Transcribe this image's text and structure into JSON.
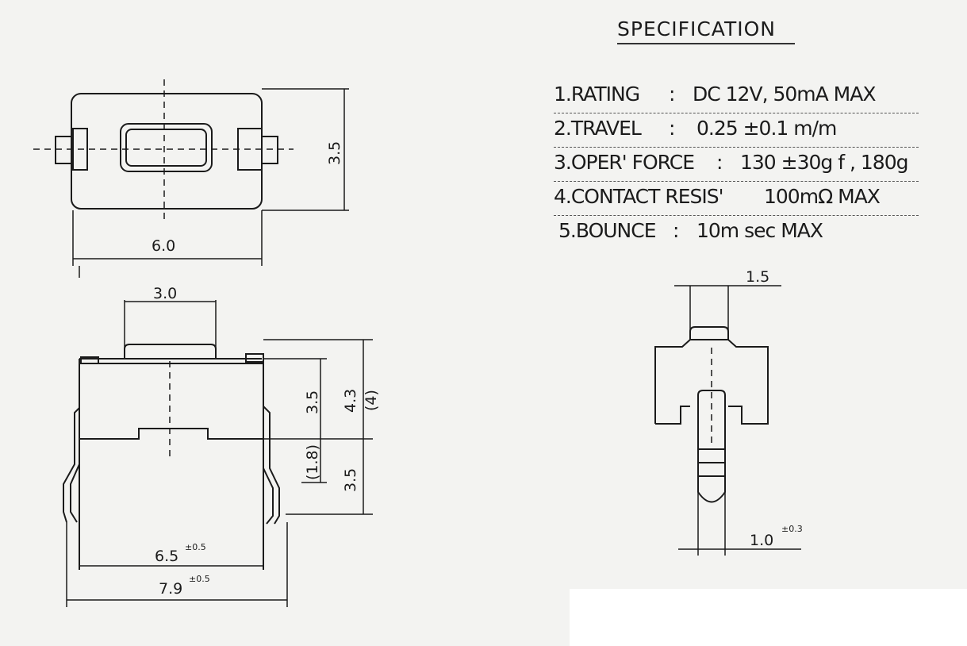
{
  "specification": {
    "title": "SPECIFICATION",
    "items": [
      {
        "label": "1.RATING",
        "sep": ":",
        "value": "DC 12V, 50mA MAX"
      },
      {
        "label": "2.TRAVEL",
        "sep": ":",
        "value": "0.25 ±0.1 m/m"
      },
      {
        "label": "3.OPER' FORCE",
        "sep": ":",
        "value": "130 ±30g f , 180g"
      },
      {
        "label": "4.CONTACT RESIS'",
        "sep": "",
        "value": "100mΩ MAX"
      },
      {
        "label": "5.BOUNCE",
        "sep": ":",
        "value": "10m sec MAX"
      }
    ]
  },
  "top_view": {
    "width_dim": "6.0",
    "height_dim": "3.5"
  },
  "side_view": {
    "actuator_width": "3.0",
    "height_upper": "3.5",
    "height_total": "4.3",
    "height_total_note": "(4)",
    "height_mid": "(1.8)",
    "height_lower": "3.5",
    "inner_width": "6.5",
    "inner_width_tol": "±0.5",
    "outer_width": "7.9",
    "outer_width_tol": "±0.5"
  },
  "detail_view": {
    "top_dim": "1.5",
    "bottom_dim": "1.0",
    "bottom_dim_tol": "±0.3"
  }
}
